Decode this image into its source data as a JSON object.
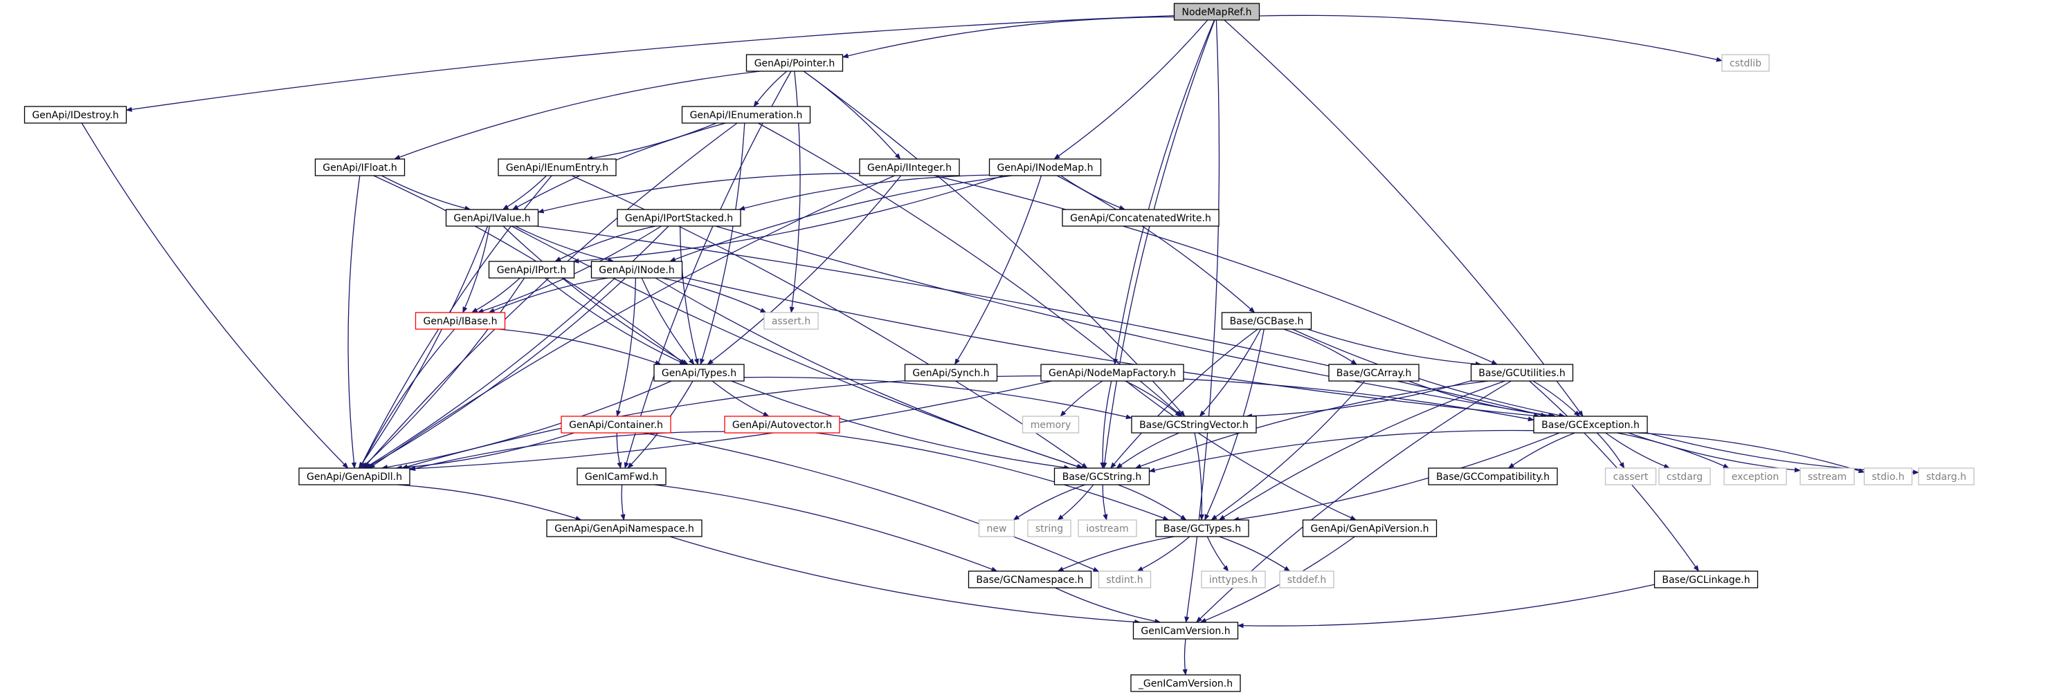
{
  "diagram": {
    "type": "include-dependency-graph",
    "colors": {
      "edge": "#191970",
      "node_border": "#000000",
      "root_fill": "#bfbfbf",
      "missing_border": "#bfbfbf",
      "missing_text": "#7f7f7f",
      "truncated_border": "#ff0000",
      "text": "#000000",
      "background": "#ffffff"
    },
    "nodes": [
      {
        "id": "root",
        "label": "NodeMapRef.h",
        "kind": "root"
      },
      {
        "id": "pointer",
        "label": "GenApi/Pointer.h",
        "kind": "normal"
      },
      {
        "id": "cstdlib",
        "label": "cstdlib",
        "kind": "missing"
      },
      {
        "id": "idestroy",
        "label": "GenApi/IDestroy.h",
        "kind": "normal"
      },
      {
        "id": "ienum",
        "label": "GenApi/IEnumeration.h",
        "kind": "normal"
      },
      {
        "id": "ifloat",
        "label": "GenApi/IFloat.h",
        "kind": "normal"
      },
      {
        "id": "ienumentry",
        "label": "GenApi/IEnumEntry.h",
        "kind": "normal"
      },
      {
        "id": "iinteger",
        "label": "GenApi/IInteger.h",
        "kind": "normal"
      },
      {
        "id": "inodemap",
        "label": "GenApi/INodeMap.h",
        "kind": "normal"
      },
      {
        "id": "ivalue",
        "label": "GenApi/IValue.h",
        "kind": "normal"
      },
      {
        "id": "iportstacked",
        "label": "GenApi/IPortStacked.h",
        "kind": "normal"
      },
      {
        "id": "concat",
        "label": "GenApi/ConcatenatedWrite.h",
        "kind": "normal"
      },
      {
        "id": "iport",
        "label": "GenApi/IPort.h",
        "kind": "normal"
      },
      {
        "id": "inode",
        "label": "GenApi/INode.h",
        "kind": "normal"
      },
      {
        "id": "ibase",
        "label": "GenApi/IBase.h",
        "kind": "truncated"
      },
      {
        "id": "assert",
        "label": "assert.h",
        "kind": "missing"
      },
      {
        "id": "gcbase",
        "label": "Base/GCBase.h",
        "kind": "normal"
      },
      {
        "id": "types",
        "label": "GenApi/Types.h",
        "kind": "normal"
      },
      {
        "id": "synch",
        "label": "GenApi/Synch.h",
        "kind": "normal"
      },
      {
        "id": "nodemapfactory",
        "label": "GenApi/NodeMapFactory.h",
        "kind": "normal"
      },
      {
        "id": "gcarray",
        "label": "Base/GCArray.h",
        "kind": "normal"
      },
      {
        "id": "gcutil",
        "label": "Base/GCUtilities.h",
        "kind": "normal"
      },
      {
        "id": "container",
        "label": "GenApi/Container.h",
        "kind": "truncated"
      },
      {
        "id": "autovector",
        "label": "GenApi/Autovector.h",
        "kind": "truncated"
      },
      {
        "id": "memory",
        "label": "memory",
        "kind": "missing"
      },
      {
        "id": "gcstrvec",
        "label": "Base/GCStringVector.h",
        "kind": "normal"
      },
      {
        "id": "gcexc",
        "label": "Base/GCException.h",
        "kind": "normal"
      },
      {
        "id": "genapidll",
        "label": "GenApi/GenApiDll.h",
        "kind": "normal"
      },
      {
        "id": "gcamfwd",
        "label": "GenICamFwd.h",
        "kind": "normal"
      },
      {
        "id": "gcstring",
        "label": "Base/GCString.h",
        "kind": "normal"
      },
      {
        "id": "gccompat",
        "label": "Base/GCCompatibility.h",
        "kind": "normal"
      },
      {
        "id": "cassert",
        "label": "cassert",
        "kind": "missing"
      },
      {
        "id": "cstdarg",
        "label": "cstdarg",
        "kind": "missing"
      },
      {
        "id": "exception",
        "label": "exception",
        "kind": "missing"
      },
      {
        "id": "sstream",
        "label": "sstream",
        "kind": "missing"
      },
      {
        "id": "stdio",
        "label": "stdio.h",
        "kind": "missing"
      },
      {
        "id": "stdarg",
        "label": "stdarg.h",
        "kind": "missing"
      },
      {
        "id": "genapins",
        "label": "GenApi/GenApiNamespace.h",
        "kind": "normal"
      },
      {
        "id": "new",
        "label": "new",
        "kind": "missing"
      },
      {
        "id": "string",
        "label": "string",
        "kind": "missing"
      },
      {
        "id": "iostream",
        "label": "iostream",
        "kind": "missing"
      },
      {
        "id": "gctypes",
        "label": "Base/GCTypes.h",
        "kind": "normal"
      },
      {
        "id": "genapiver",
        "label": "GenApi/GenApiVersion.h",
        "kind": "normal"
      },
      {
        "id": "gcns",
        "label": "Base/GCNamespace.h",
        "kind": "normal"
      },
      {
        "id": "stdint",
        "label": "stdint.h",
        "kind": "missing"
      },
      {
        "id": "inttypes",
        "label": "inttypes.h",
        "kind": "missing"
      },
      {
        "id": "stddef",
        "label": "stddef.h",
        "kind": "missing"
      },
      {
        "id": "gclinkage",
        "label": "Base/GCLinkage.h",
        "kind": "normal"
      },
      {
        "id": "gcver",
        "label": "GenICamVersion.h",
        "kind": "normal"
      },
      {
        "id": "_gcver",
        "label": "_GenICamVersion.h",
        "kind": "normal"
      }
    ],
    "edges": [
      [
        "root",
        "pointer"
      ],
      [
        "root",
        "cstdlib"
      ],
      [
        "root",
        "idestroy"
      ],
      [
        "root",
        "inodemap"
      ],
      [
        "root",
        "gcstring"
      ],
      [
        "root",
        "gcexc"
      ],
      [
        "root",
        "nodemapfactory"
      ],
      [
        "root",
        "gcver"
      ],
      [
        "pointer",
        "ienum"
      ],
      [
        "pointer",
        "iinteger"
      ],
      [
        "pointer",
        "ifloat"
      ],
      [
        "pointer",
        "assert"
      ],
      [
        "pointer",
        "gcamfwd"
      ],
      [
        "pointer",
        "gcstrvec"
      ],
      [
        "idestroy",
        "genapidll"
      ],
      [
        "ienum",
        "ienumentry"
      ],
      [
        "ienum",
        "ivalue"
      ],
      [
        "ienum",
        "types"
      ],
      [
        "ienum",
        "genapidll"
      ],
      [
        "ienum",
        "gcstrvec"
      ],
      [
        "ifloat",
        "ivalue"
      ],
      [
        "ifloat",
        "types"
      ],
      [
        "ifloat",
        "genapidll"
      ],
      [
        "ienumentry",
        "ivalue"
      ],
      [
        "ienumentry",
        "genapidll"
      ],
      [
        "ienumentry",
        "gcstring"
      ],
      [
        "iinteger",
        "ivalue"
      ],
      [
        "iinteger",
        "types"
      ],
      [
        "iinteger",
        "genapidll"
      ],
      [
        "iinteger",
        "gcutil"
      ],
      [
        "inodemap",
        "inode"
      ],
      [
        "inodemap",
        "iport"
      ],
      [
        "inodemap",
        "iportstacked"
      ],
      [
        "inodemap",
        "synch"
      ],
      [
        "inodemap",
        "concat"
      ],
      [
        "inodemap",
        "gcbase"
      ],
      [
        "ivalue",
        "inode"
      ],
      [
        "ivalue",
        "ibase"
      ],
      [
        "ivalue",
        "types"
      ],
      [
        "ivalue",
        "genapidll"
      ],
      [
        "ivalue",
        "gcstring"
      ],
      [
        "ivalue",
        "gcexc"
      ],
      [
        "iportstacked",
        "iport"
      ],
      [
        "iportstacked",
        "ibase"
      ],
      [
        "iportstacked",
        "types"
      ],
      [
        "iportstacked",
        "genapidll"
      ],
      [
        "iportstacked",
        "gcexc"
      ],
      [
        "iport",
        "ibase"
      ],
      [
        "iport",
        "types"
      ],
      [
        "iport",
        "genapidll"
      ],
      [
        "inode",
        "ibase"
      ],
      [
        "inode",
        "container"
      ],
      [
        "inode",
        "types"
      ],
      [
        "inode",
        "genapidll"
      ],
      [
        "inode",
        "gcstring"
      ],
      [
        "inode",
        "assert"
      ],
      [
        "inode",
        "gcexc"
      ],
      [
        "ibase",
        "types"
      ],
      [
        "ibase",
        "genapidll"
      ],
      [
        "gcbase",
        "gcarray"
      ],
      [
        "gcbase",
        "gcutil"
      ],
      [
        "gcbase",
        "gcstrvec"
      ],
      [
        "gcbase",
        "gcstring"
      ],
      [
        "gcbase",
        "gctypes"
      ],
      [
        "gcbase",
        "gcexc"
      ],
      [
        "types",
        "genapidll"
      ],
      [
        "types",
        "autovector"
      ],
      [
        "types",
        "gcamfwd"
      ],
      [
        "types",
        "gcstring"
      ],
      [
        "types",
        "gcstrvec"
      ],
      [
        "synch",
        "genapidll"
      ],
      [
        "synch",
        "gcexc"
      ],
      [
        "nodemapfactory",
        "gcstring"
      ],
      [
        "nodemapfactory",
        "gcstrvec"
      ],
      [
        "nodemapfactory",
        "memory"
      ],
      [
        "nodemapfactory",
        "genapidll"
      ],
      [
        "nodemapfactory",
        "genapiver"
      ],
      [
        "gcarray",
        "gctypes"
      ],
      [
        "gcarray",
        "gcexc"
      ],
      [
        "gcutil",
        "gcstrvec"
      ],
      [
        "gcutil",
        "gcstring"
      ],
      [
        "gcutil",
        "gcexc"
      ],
      [
        "gcutil",
        "gctypes"
      ],
      [
        "gcutil",
        "gclinkage"
      ],
      [
        "gcutil",
        "gcver"
      ],
      [
        "container",
        "genapidll"
      ],
      [
        "container",
        "gcamfwd"
      ],
      [
        "container",
        "stdint"
      ],
      [
        "autovector",
        "genapidll"
      ],
      [
        "autovector",
        "gctypes"
      ],
      [
        "gcstrvec",
        "gcstring"
      ],
      [
        "gcstrvec",
        "gctypes"
      ],
      [
        "gcexc",
        "gcstring"
      ],
      [
        "gcexc",
        "gctypes"
      ],
      [
        "gcexc",
        "gccompat"
      ],
      [
        "gcexc",
        "cassert"
      ],
      [
        "gcexc",
        "cstdarg"
      ],
      [
        "gcexc",
        "exception"
      ],
      [
        "gcexc",
        "sstream"
      ],
      [
        "gcexc",
        "stdio"
      ],
      [
        "gcexc",
        "stdarg"
      ],
      [
        "genapidll",
        "genapins"
      ],
      [
        "gcamfwd",
        "genapins"
      ],
      [
        "gcamfwd",
        "gcns"
      ],
      [
        "gcstring",
        "new"
      ],
      [
        "gcstring",
        "string"
      ],
      [
        "gcstring",
        "iostream"
      ],
      [
        "gcstring",
        "gctypes"
      ],
      [
        "gctypes",
        "gcns"
      ],
      [
        "gctypes",
        "stdint"
      ],
      [
        "gctypes",
        "inttypes"
      ],
      [
        "gctypes",
        "stddef"
      ],
      [
        "genapins",
        "gcver"
      ],
      [
        "genapiver",
        "gcver"
      ],
      [
        "gcns",
        "gcver"
      ],
      [
        "gclinkage",
        "gcver"
      ],
      [
        "gcver",
        "_gcver"
      ]
    ]
  }
}
